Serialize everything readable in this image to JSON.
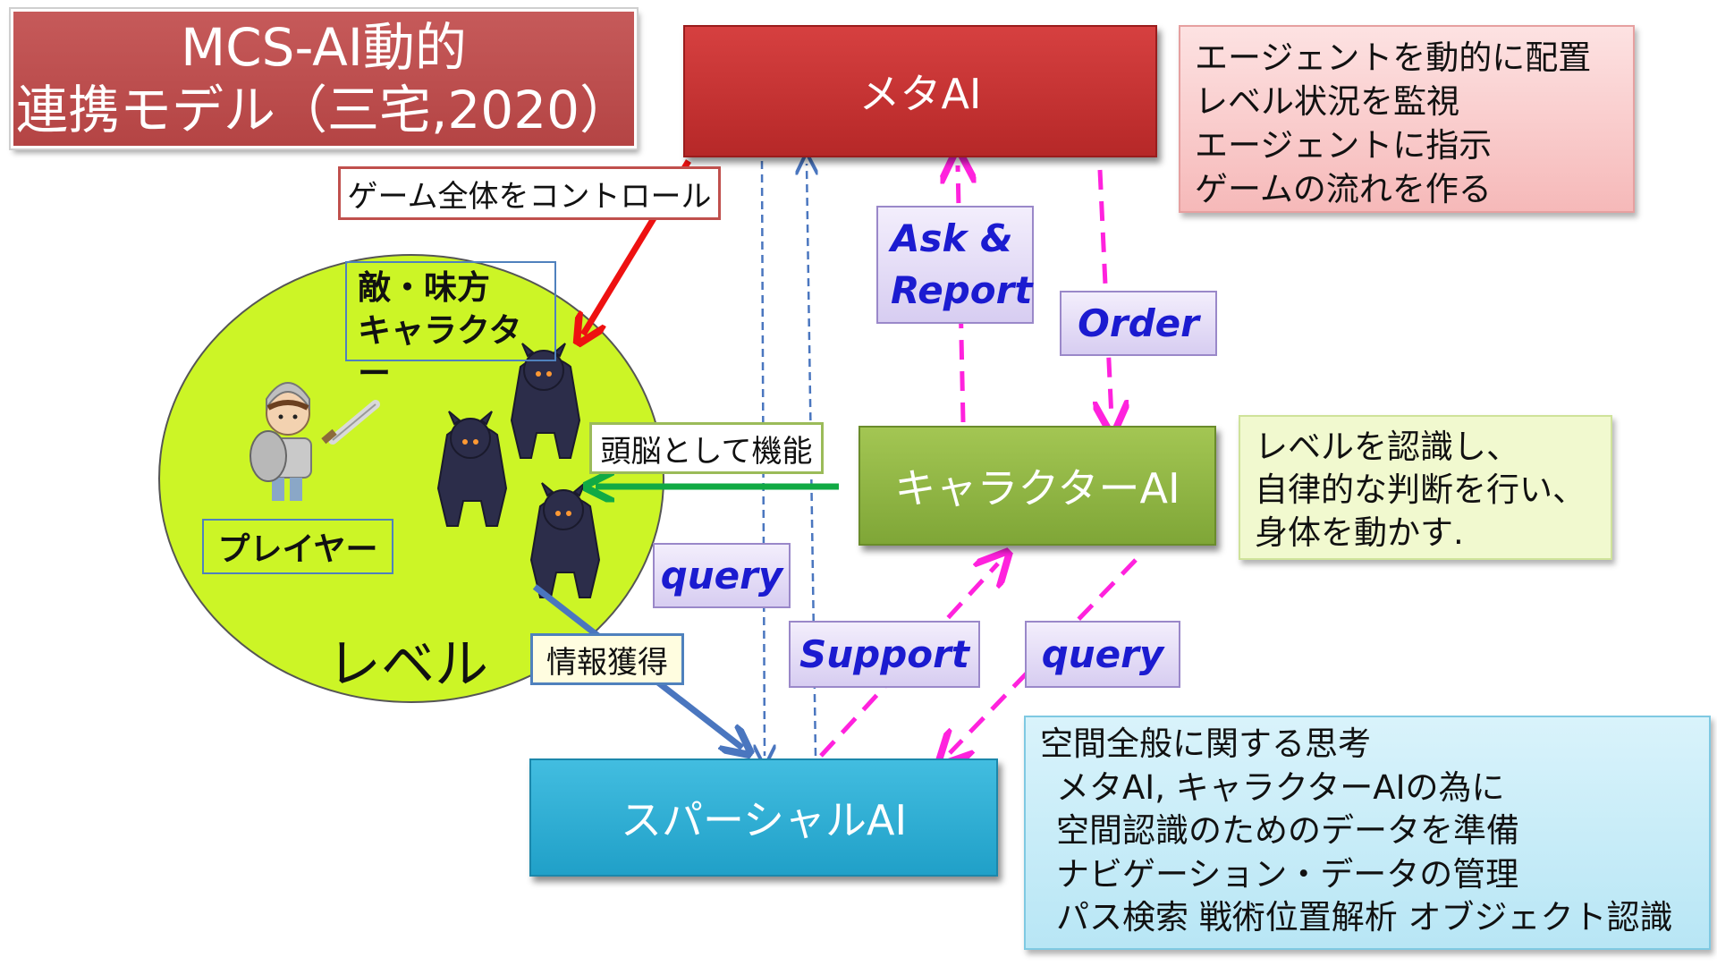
{
  "title": {
    "line1": "MCS-AI動的",
    "line2": "連携モデル（三宅,2020）"
  },
  "meta_ai": {
    "label": "メタAI"
  },
  "meta_note": {
    "lines": [
      "エージェントを動的に配置",
      "レベル状況を監視",
      "エージェントに指示",
      "ゲームの流れを作る"
    ]
  },
  "character_ai": {
    "label": "キャラクターAI"
  },
  "character_note": {
    "lines": [
      "レベルを認識し、",
      "自律的な判断を行い、",
      "身体を動かす."
    ]
  },
  "spatial_ai": {
    "label": "スパーシャルAI"
  },
  "spatial_note": {
    "lines": [
      "空間全般に関する思考",
      "メタAI, キャラクターAIの為に",
      "空間認識のためのデータを準備",
      "ナビゲーション・データの管理",
      "パス検索 戦術位置解析 オブジェクト認識"
    ]
  },
  "labels": {
    "control": "ゲーム全体をコントロール",
    "brain": "頭脳として機能",
    "info": "情報獲得",
    "enemy_line1": "敵・味方",
    "enemy_line2": "キャラクター",
    "player": "プレイヤー",
    "level": "レベル"
  },
  "arrow_labels": {
    "ask_line1": "Ask &",
    "ask_line2": "Report",
    "order": "Order",
    "query_left": "query",
    "support": "Support",
    "query_right": "query"
  },
  "colors": {
    "meta_red": "#c83232",
    "character_green": "#8db443",
    "spatial_blue": "#2ba9d2",
    "level_fill": "#ccf526",
    "magenta_arrow": "#ff22dd",
    "control_arrow": "#ee1111",
    "brain_arrow": "#11aa44",
    "info_arrow": "#4a76bf"
  }
}
